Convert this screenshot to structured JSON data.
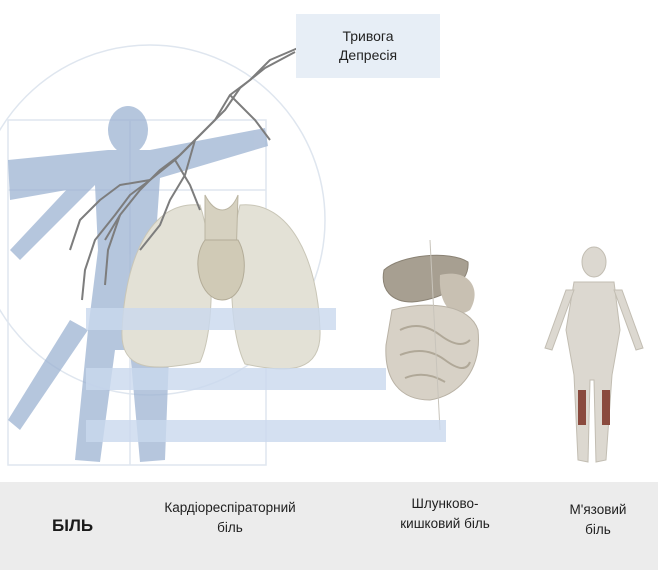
{
  "top_label": {
    "line1": "Тривога",
    "line2": "Депресія"
  },
  "footer": {
    "pain_label": "БІЛЬ",
    "categories": [
      {
        "line1": "Кардіореспіраторний",
        "line2": "біль"
      },
      {
        "line1": "Шлунково-",
        "line2": "кишковий біль"
      },
      {
        "line1": "М'язовий",
        "line2": "біль"
      }
    ]
  },
  "colors": {
    "band": "#c9d8ee",
    "silhouette": "#8fa8c8",
    "footer_bg": "#ececec",
    "label_bg": "#e7eef6"
  }
}
